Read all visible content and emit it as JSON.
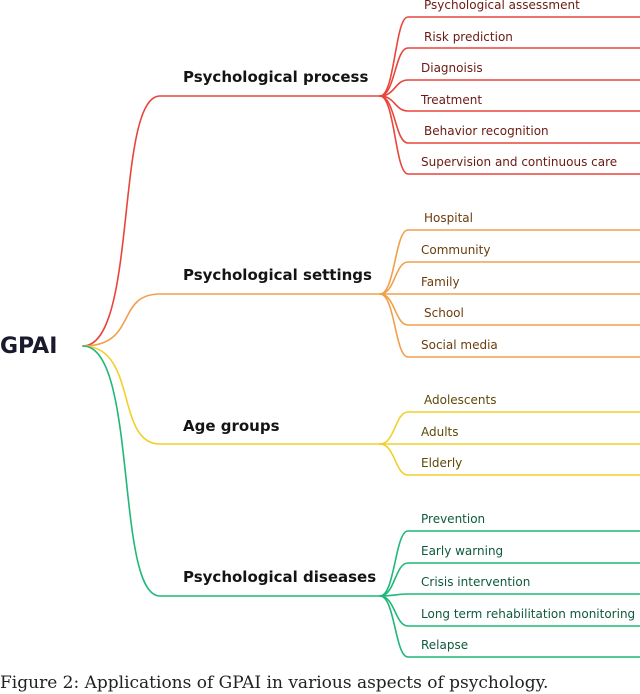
{
  "root": {
    "label": "GPAI"
  },
  "branches": [
    {
      "label": "Psychological process",
      "color": "#e8453c",
      "text_color": "#6b1a12",
      "leaves": [
        "Psychological assessment",
        "Risk prediction",
        "Diagnoisis",
        "Treatment",
        "Behavior recognition",
        "Supervision and continuous care"
      ]
    },
    {
      "label": "Psychological settings",
      "color": "#f0a04b",
      "text_color": "#6b3d0c",
      "leaves": [
        "Hospital",
        "Community",
        "Family",
        "School",
        "Social media"
      ]
    },
    {
      "label": "Age groups",
      "color": "#f2cf2a",
      "text_color": "#5c4a06",
      "leaves": [
        "Adolescents",
        "Adults",
        "Elderly"
      ]
    },
    {
      "label": "Psychological diseases",
      "color": "#1fb87a",
      "text_color": "#0f5a3b",
      "leaves": [
        "Prevention",
        "Early warning",
        "Crisis intervention",
        "Long term rehabilitation monitoring",
        "Relapse"
      ]
    }
  ],
  "caption": "Figure 2: Applications of GPAI in various aspects of psychology."
}
